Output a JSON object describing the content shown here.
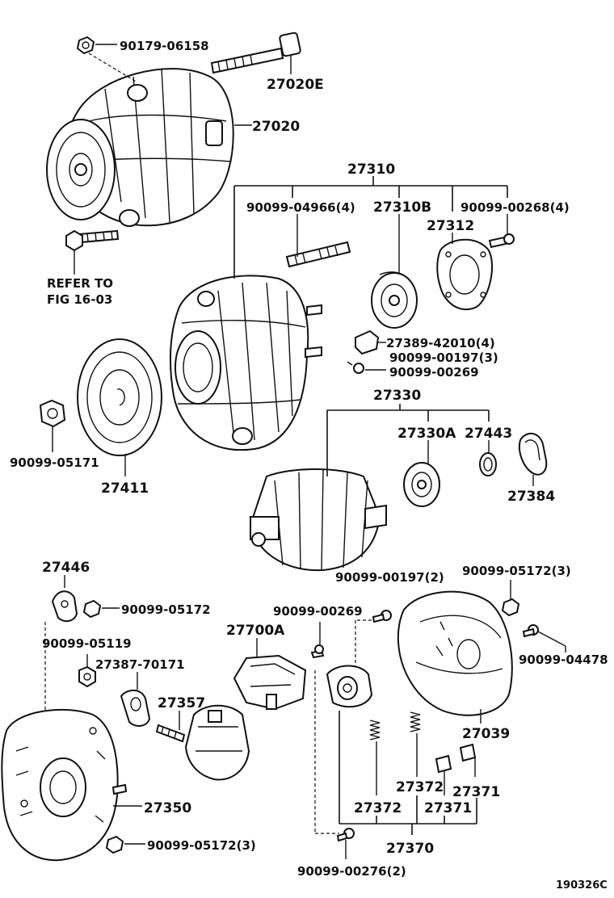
{
  "labels": {
    "p90179_06158": "90179-06158",
    "p27020E": "27020E",
    "p27020": "27020",
    "p27310": "27310",
    "p90099_04966": "90099-04966(4)",
    "p27310B": "27310B",
    "p90099_00268": "90099-00268(4)",
    "p27312": "27312",
    "refer_line1": "REFER TO",
    "refer_line2": "FIG 16-03",
    "p27389_42010": "27389-42010(4)",
    "p90099_00197_3": "90099-00197(3)",
    "p90099_00269_a": "90099-00269",
    "p27330": "27330",
    "p90099_05171": "90099-05171",
    "p27411": "27411",
    "p27330A": "27330A",
    "p27443": "27443",
    "p27384": "27384",
    "p27446": "27446",
    "p90099_00197_2": "90099-00197(2)",
    "p90099_05172_3a": "90099-05172(3)",
    "p90099_05172": "90099-05172",
    "p90099_00269_b": "90099-00269",
    "p90099_05119": "90099-05119",
    "p27700A": "27700A",
    "p90099_04478": "90099-04478",
    "p27387_70171": "27387-70171",
    "p27357": "27357",
    "p27039": "27039",
    "p27372_a": "27372",
    "p27371_a": "27371",
    "p27350": "27350",
    "p27372_b": "27372",
    "p27371_b": "27371",
    "p90099_05172_3b": "90099-05172(3)",
    "p27370": "27370",
    "p90099_00276": "90099-00276(2)",
    "figure_code": "190326C"
  }
}
